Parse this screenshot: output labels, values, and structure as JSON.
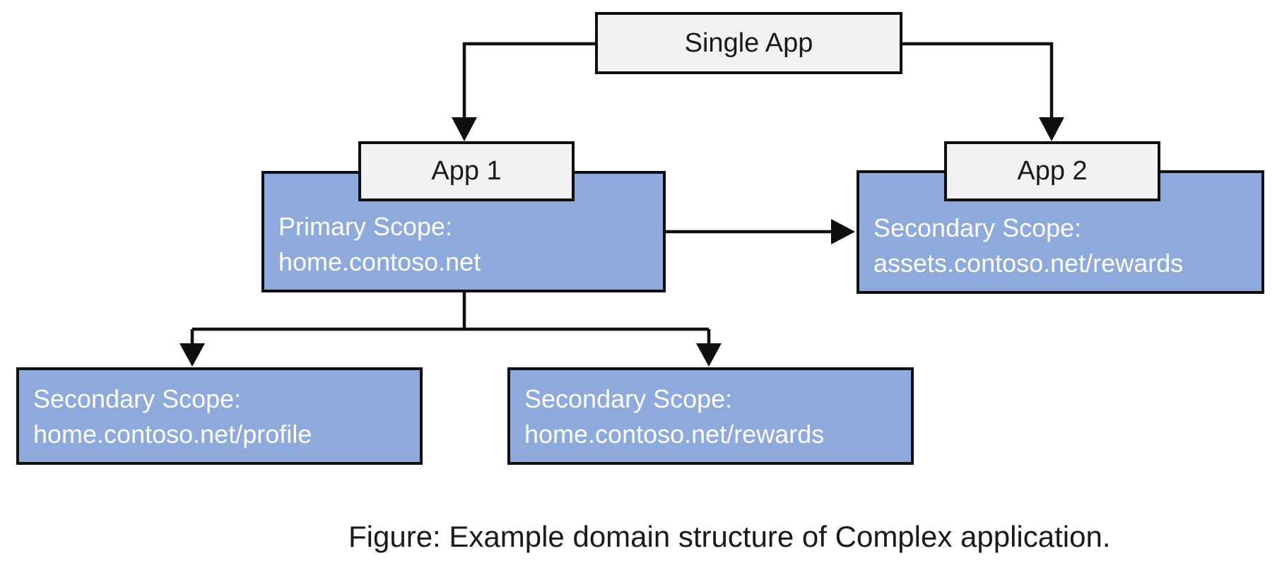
{
  "diagram": {
    "nodes": {
      "single_app": {
        "label": "Single App"
      },
      "app1": {
        "label": "App 1"
      },
      "app1_scope": {
        "line1": "Primary Scope:",
        "line2": "home.contoso.net"
      },
      "app2": {
        "label": "App 2"
      },
      "app2_scope": {
        "line1": "Secondary Scope:",
        "line2": "assets.contoso.net/rewards"
      },
      "scope_profile": {
        "line1": "Secondary Scope:",
        "line2": "home.contoso.net/profile"
      },
      "scope_rewards": {
        "line1": "Secondary Scope:",
        "line2": "home.contoso.net/rewards"
      }
    },
    "caption": "Figure: Example domain structure of Complex application.",
    "colors": {
      "blue_fill": "#8ea9db",
      "gray_fill": "#f2f2f2",
      "line": "#0f0f0f",
      "white_text": "#ffffff",
      "dark_text": "#1a1a1a"
    }
  }
}
